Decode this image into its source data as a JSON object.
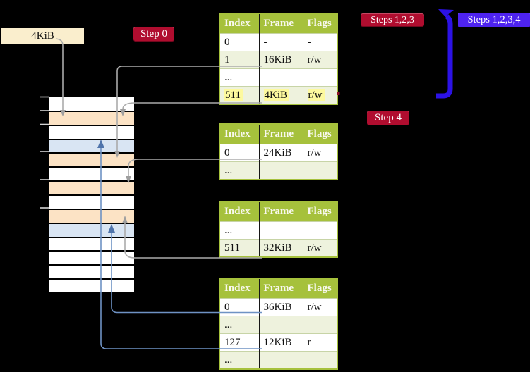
{
  "labels": {
    "page_size_label": "4KiB",
    "step0": "Step 0",
    "steps123": "Steps 1,2,3",
    "steps1234": "Steps 1,2,3,4",
    "step4": "Step 4"
  },
  "colors": {
    "background": "#000000",
    "crimson_badge": "#b00d2f",
    "blue_badge": "#4e23f0",
    "blue_arrow": "#2c12e6",
    "cream_label": "#faeecd",
    "table_header_green": "#a6c13c",
    "table_row_shade": "#eef2dd",
    "highlight_yellow": "#fdf99e",
    "memory_orange": "#fce3c5",
    "memory_blue": "#d9e5f3",
    "gray_connector": "#ababab",
    "blue_connector": "#6e92c4"
  },
  "memory_column": {
    "rows": [
      "white",
      "orange",
      "white",
      "blue",
      "orange",
      "white",
      "orange",
      "white",
      "orange",
      "blue",
      "white",
      "white",
      "white",
      "white"
    ]
  },
  "tables": [
    {
      "name": "page-table-level-4",
      "headers": [
        "Index",
        "Frame",
        "Flags"
      ],
      "rows": [
        {
          "cells": [
            "0",
            "-",
            "-"
          ],
          "shaded": false,
          "highlighted": false
        },
        {
          "cells": [
            "1",
            "16KiB",
            "r/w"
          ],
          "shaded": true,
          "highlighted": false
        },
        {
          "cells": [
            "...",
            "",
            ""
          ],
          "shaded": false,
          "highlighted": false
        },
        {
          "cells": [
            "511",
            "4KiB",
            "r/w"
          ],
          "shaded": true,
          "highlighted": true
        }
      ]
    },
    {
      "name": "page-table-level-3",
      "headers": [
        "Index",
        "Frame",
        "Flags"
      ],
      "rows": [
        {
          "cells": [
            "0",
            "24KiB",
            "r/w"
          ],
          "shaded": false,
          "highlighted": false
        },
        {
          "cells": [
            "...",
            "",
            ""
          ],
          "shaded": true,
          "highlighted": false
        }
      ]
    },
    {
      "name": "page-table-level-2",
      "headers": [
        "Index",
        "Frame",
        "Flags"
      ],
      "rows": [
        {
          "cells": [
            "...",
            "",
            ""
          ],
          "shaded": false,
          "highlighted": false
        },
        {
          "cells": [
            "511",
            "32KiB",
            "r/w"
          ],
          "shaded": true,
          "highlighted": false
        }
      ]
    },
    {
      "name": "page-table-level-1",
      "headers": [
        "Index",
        "Frame",
        "Flags"
      ],
      "rows": [
        {
          "cells": [
            "0",
            "36KiB",
            "r/w"
          ],
          "shaded": false,
          "highlighted": false
        },
        {
          "cells": [
            "...",
            "",
            ""
          ],
          "shaded": true,
          "highlighted": false
        },
        {
          "cells": [
            "127",
            "12KiB",
            "r"
          ],
          "shaded": false,
          "highlighted": false
        },
        {
          "cells": [
            "...",
            "",
            ""
          ],
          "shaded": true,
          "highlighted": false
        }
      ]
    }
  ]
}
